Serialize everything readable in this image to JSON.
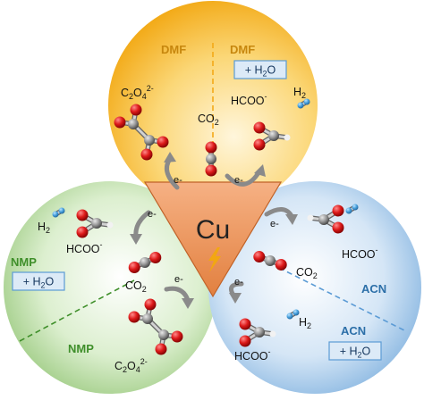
{
  "center": {
    "metal": "Cu",
    "icon": "lightning-bolt-icon",
    "color": "#e07a3a"
  },
  "colors": {
    "dmf": "#f6b41a",
    "nmp": "#7bb858",
    "acn": "#5b9bd5",
    "oxygen": "#cc1111",
    "carbon": "#8a8a8a",
    "hydrogen": "#4aa3df",
    "arrow": "#8a8a8a",
    "box": "#5b9bd5"
  },
  "regions": {
    "dmf": {
      "left_label": "DMF",
      "right_label": "DMF",
      "box_label": "+ H2O",
      "oxalate": "C2O42-",
      "formate": "HCOO-",
      "hydrogen": "H2",
      "co2": "CO2"
    },
    "nmp": {
      "top_label": "NMP",
      "box_label": "+ H2O",
      "bottom_label": "NMP",
      "hydrogen": "H2",
      "formate": "HCOO-",
      "co2": "CO2",
      "oxalate": "C2O42-"
    },
    "acn": {
      "top_label": "ACN",
      "bottom_label": "ACN",
      "box_label": "+ H2O",
      "formate_top": "HCOO-",
      "co2": "CO2",
      "hydrogen": "H2",
      "formate_bottom": "HCOO-"
    }
  },
  "electron_labels": [
    "e-",
    "e-",
    "e-",
    "e-",
    "e-",
    "e-"
  ]
}
